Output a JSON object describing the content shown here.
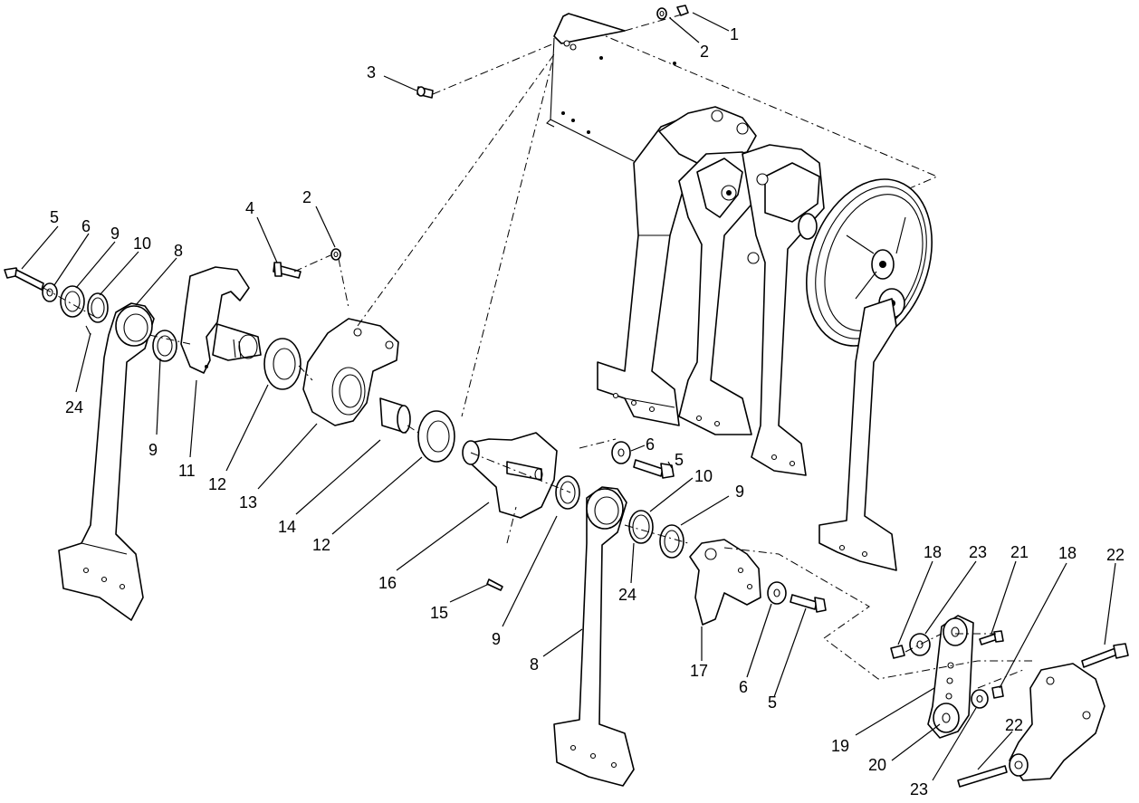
{
  "figure": {
    "type": "exploded-parts-diagram",
    "line_color": "#000000",
    "background": "#ffffff"
  },
  "callouts": [
    {
      "id": "c1",
      "label": "1"
    },
    {
      "id": "c2a",
      "label": "2"
    },
    {
      "id": "c3",
      "label": "3"
    },
    {
      "id": "c2b",
      "label": "2"
    },
    {
      "id": "c4",
      "label": "4"
    },
    {
      "id": "c5a",
      "label": "5"
    },
    {
      "id": "c6a",
      "label": "6"
    },
    {
      "id": "c9a",
      "label": "9"
    },
    {
      "id": "c10a",
      "label": "10"
    },
    {
      "id": "c8a",
      "label": "8"
    },
    {
      "id": "c24a",
      "label": "24"
    },
    {
      "id": "c9b",
      "label": "9"
    },
    {
      "id": "c11",
      "label": "11"
    },
    {
      "id": "c12a",
      "label": "12"
    },
    {
      "id": "c13",
      "label": "13"
    },
    {
      "id": "c14",
      "label": "14"
    },
    {
      "id": "c12b",
      "label": "12"
    },
    {
      "id": "c16",
      "label": "16"
    },
    {
      "id": "c15",
      "label": "15"
    },
    {
      "id": "c6b",
      "label": "6"
    },
    {
      "id": "c5b",
      "label": "5"
    },
    {
      "id": "c10b",
      "label": "10"
    },
    {
      "id": "c9c",
      "label": "9"
    },
    {
      "id": "c24b",
      "label": "24"
    },
    {
      "id": "c9d",
      "label": "9"
    },
    {
      "id": "c8b",
      "label": "8"
    },
    {
      "id": "c17",
      "label": "17"
    },
    {
      "id": "c6c",
      "label": "6"
    },
    {
      "id": "c5c",
      "label": "5"
    },
    {
      "id": "c18a",
      "label": "18"
    },
    {
      "id": "c23a",
      "label": "23"
    },
    {
      "id": "c21",
      "label": "21"
    },
    {
      "id": "c18b",
      "label": "18"
    },
    {
      "id": "c22a",
      "label": "22"
    },
    {
      "id": "c19",
      "label": "19"
    },
    {
      "id": "c20",
      "label": "20"
    },
    {
      "id": "c23b",
      "label": "23"
    },
    {
      "id": "c22b",
      "label": "22"
    }
  ]
}
